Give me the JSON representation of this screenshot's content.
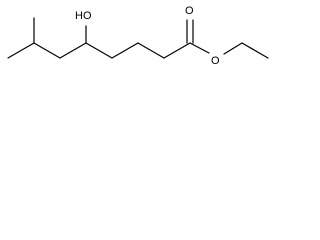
{
  "molecule": {
    "labels": {
      "hydroxyl": "HO",
      "carbonyl_oxygen": "O",
      "ester_oxygen": "O"
    }
  }
}
